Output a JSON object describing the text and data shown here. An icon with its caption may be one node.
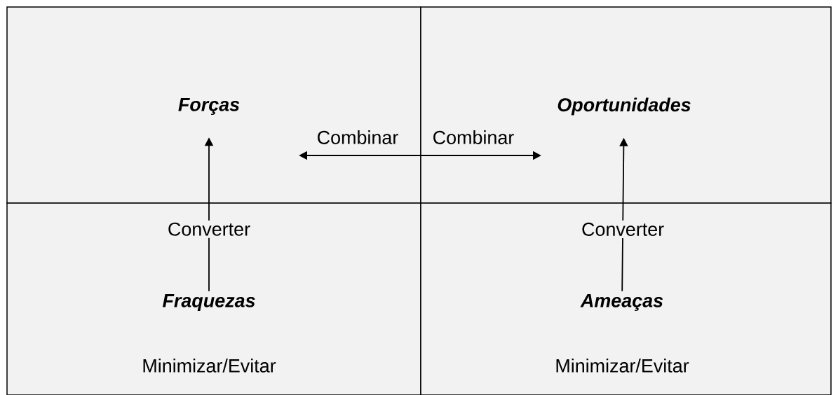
{
  "diagram": {
    "nodes": [
      {
        "text": [
          "*Forças*"
        ]
      },
      {
        "text": [
          "*Oportunidades*"
        ]
      },
      {
        "text": [
          "*Fraquezas*",
          "Minimizar/Evitar"
        ]
      },
      {
        "text": [
          "*Ameaças*",
          "Minimizar/Evitar"
        ]
      }
    ],
    "edges": [
      {
        "from": 2,
        "to": 0,
        "arrow": "to",
        "label": "Converter"
      },
      {
        "from": 3,
        "to": 1,
        "arrow": "to",
        "label": "Converter"
      },
      {
        "from": 0,
        "to": 1,
        "arrow": "both",
        "label": "Combinar"
      }
    ],
    "labels": [
      "Combinar"
    ]
  }
}
